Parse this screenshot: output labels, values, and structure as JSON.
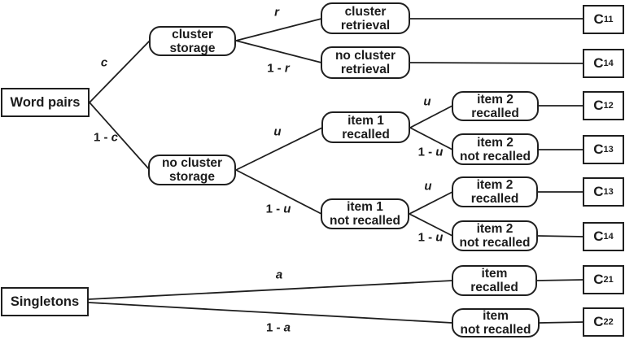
{
  "diagram": {
    "type": "processing-tree",
    "colors": {
      "line": "#1f1f1f",
      "background": "#ffffff"
    },
    "roots": {
      "word_pairs": {
        "label": "Word pairs"
      },
      "singletons": {
        "label": "Singletons"
      }
    },
    "nodes": {
      "cluster_storage": {
        "label": "cluster\nstorage"
      },
      "no_cluster_storage": {
        "label": "no cluster\nstorage"
      },
      "cluster_retrieval": {
        "label": "cluster\nretrieval"
      },
      "no_cluster_retrieval": {
        "label": "no cluster\nretrieval"
      },
      "item1_recalled": {
        "label": "item 1\nrecalled"
      },
      "item1_not_recalled": {
        "label": "item 1\nnot recalled"
      },
      "item2_recalled_top": {
        "label": "item 2\nrecalled"
      },
      "item2_not_recalled_top": {
        "label": "item 2\nnot recalled"
      },
      "item2_recalled_bottom": {
        "label": "item 2\nrecalled"
      },
      "item2_not_recalled_bottom": {
        "label": "item 2\nnot recalled"
      },
      "item_recalled": {
        "label": "item\nrecalled"
      },
      "item_not_recalled": {
        "label": "item\nnot recalled"
      }
    },
    "branch_labels": [
      {
        "id": "c",
        "pre": "",
        "var": "c"
      },
      {
        "id": "one-minus-c",
        "pre": "1 - ",
        "var": "c"
      },
      {
        "id": "r",
        "pre": "",
        "var": "r"
      },
      {
        "id": "one-minus-r",
        "pre": "1 - ",
        "var": "r"
      },
      {
        "id": "u-after-no-cluster-storage",
        "pre": "",
        "var": "u"
      },
      {
        "id": "one-minus-u-after-no-cluster-storage",
        "pre": "1 - ",
        "var": "u"
      },
      {
        "id": "u-after-item1-recalled",
        "pre": "",
        "var": "u"
      },
      {
        "id": "one-minus-u-after-item1-recalled",
        "pre": "1 - ",
        "var": "u"
      },
      {
        "id": "u-after-item1-not-recalled",
        "pre": "",
        "var": "u"
      },
      {
        "id": "one-minus-u-after-item1-not-recalled",
        "pre": "1 - ",
        "var": "u"
      },
      {
        "id": "a",
        "pre": "",
        "var": "a"
      },
      {
        "id": "one-minus-a",
        "pre": "1 - ",
        "var": "a"
      }
    ],
    "outcomes": [
      {
        "symbol": "C",
        "subscript": "11"
      },
      {
        "symbol": "C",
        "subscript": "14"
      },
      {
        "symbol": "C",
        "subscript": "12"
      },
      {
        "symbol": "C",
        "subscript": "13"
      },
      {
        "symbol": "C",
        "subscript": "13"
      },
      {
        "symbol": "C",
        "subscript": "14"
      },
      {
        "symbol": "C",
        "subscript": "21"
      },
      {
        "symbol": "C",
        "subscript": "22"
      }
    ],
    "edges": [
      {
        "from": "word_pairs",
        "to": "cluster_storage",
        "probability": "c"
      },
      {
        "from": "word_pairs",
        "to": "no_cluster_storage",
        "probability": "1 - c"
      },
      {
        "from": "cluster_storage",
        "to": "cluster_retrieval",
        "probability": "r"
      },
      {
        "from": "cluster_storage",
        "to": "no_cluster_retrieval",
        "probability": "1 - r"
      },
      {
        "from": "no_cluster_storage",
        "to": "item1_recalled",
        "probability": "u"
      },
      {
        "from": "no_cluster_storage",
        "to": "item1_not_recalled",
        "probability": "1 - u"
      },
      {
        "from": "item1_recalled",
        "to": "item2_recalled_top",
        "probability": "u"
      },
      {
        "from": "item1_recalled",
        "to": "item2_not_recalled_top",
        "probability": "1 - u"
      },
      {
        "from": "item1_not_recalled",
        "to": "item2_recalled_bottom",
        "probability": "u"
      },
      {
        "from": "item1_not_recalled",
        "to": "item2_not_recalled_bottom",
        "probability": "1 - u"
      },
      {
        "from": "singletons",
        "to": "item_recalled",
        "probability": "a"
      },
      {
        "from": "singletons",
        "to": "item_not_recalled",
        "probability": "1 - a"
      },
      {
        "from": "cluster_retrieval",
        "to": "C11"
      },
      {
        "from": "no_cluster_retrieval",
        "to": "C14"
      },
      {
        "from": "item2_recalled_top",
        "to": "C12"
      },
      {
        "from": "item2_not_recalled_top",
        "to": "C13"
      },
      {
        "from": "item2_recalled_bottom",
        "to": "C13"
      },
      {
        "from": "item2_not_recalled_bottom",
        "to": "C14"
      },
      {
        "from": "item_recalled",
        "to": "C21"
      },
      {
        "from": "item_not_recalled",
        "to": "C22"
      }
    ]
  }
}
